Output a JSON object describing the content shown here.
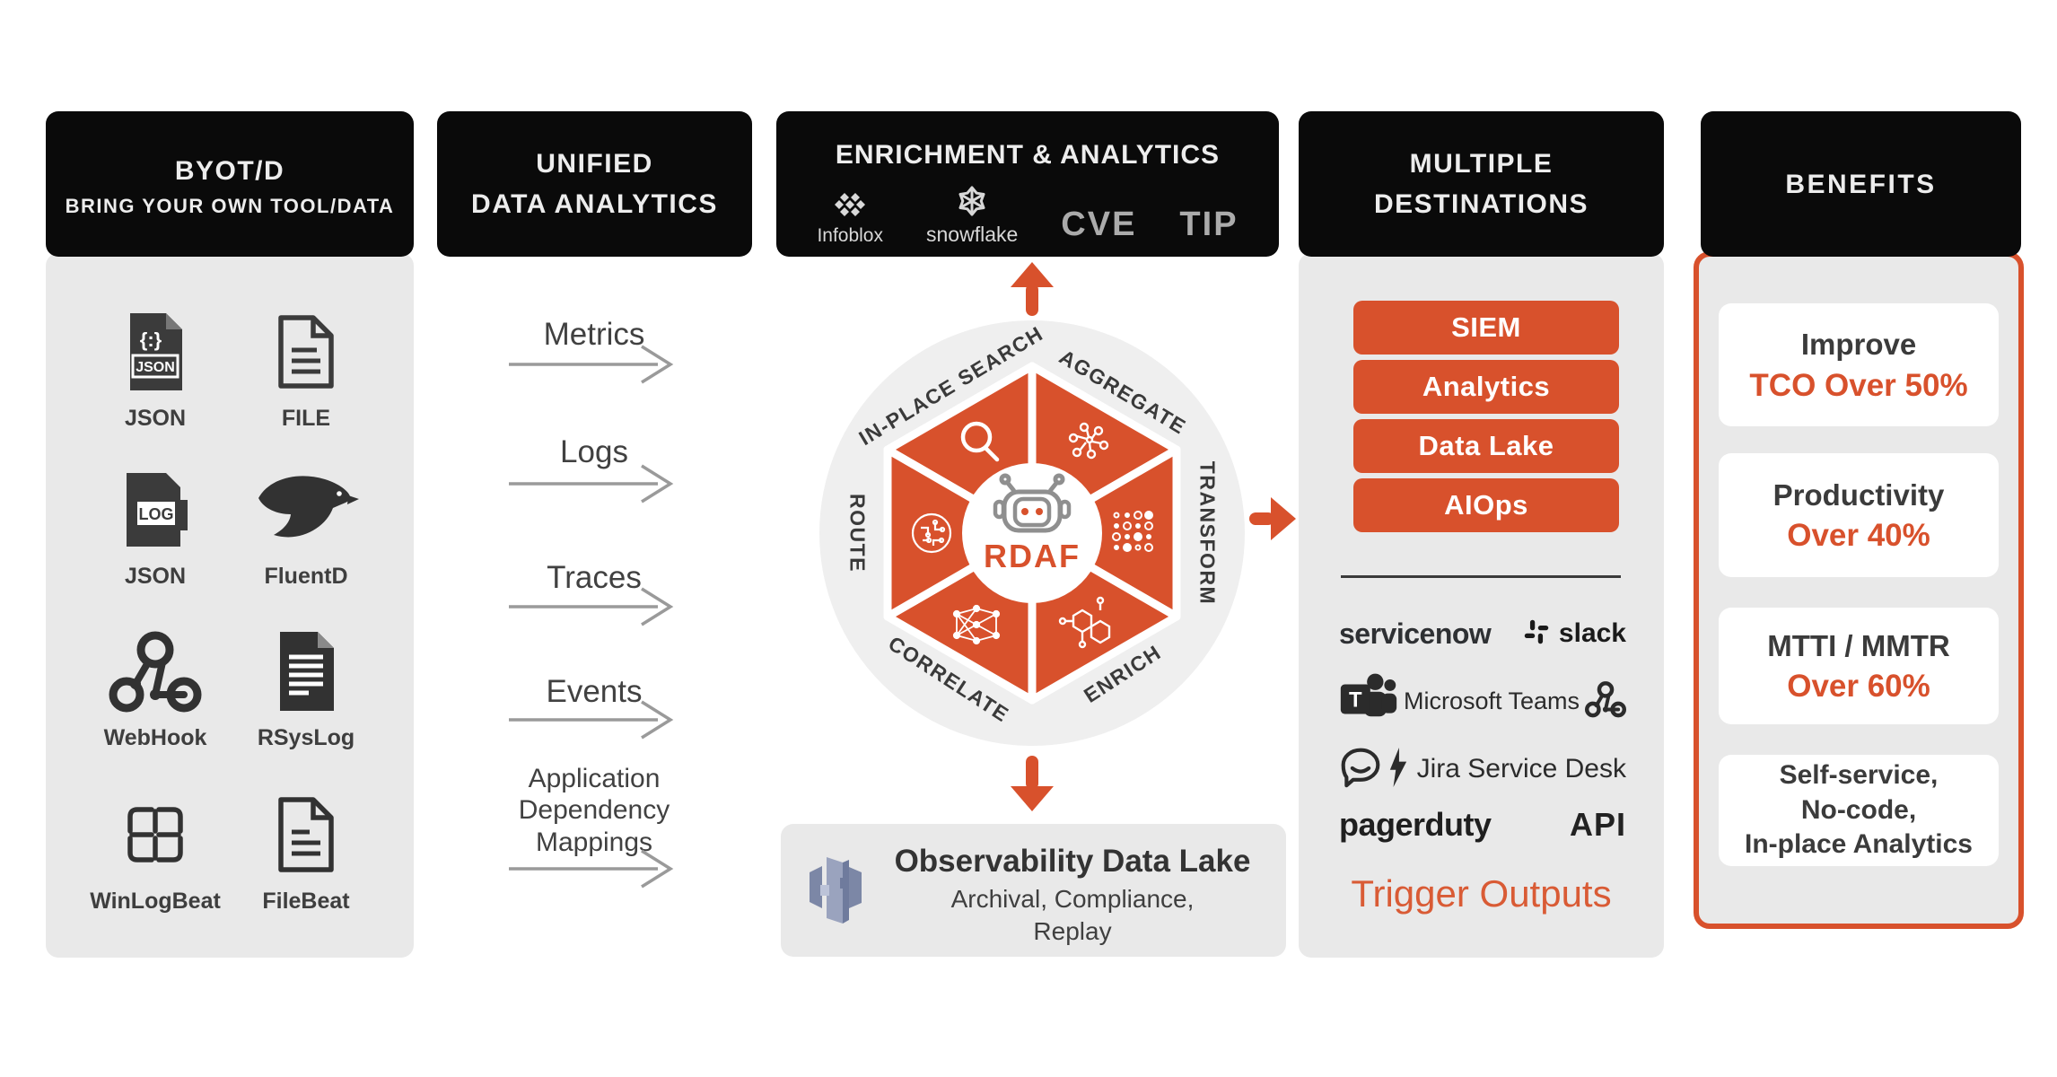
{
  "colors": {
    "accent_orange": "#d8512c",
    "trigger_orange": "#d95b35",
    "header_black": "#0a0a0a",
    "panel_gray": "#e9e9e9",
    "wheel_gray": "#efefef",
    "text_dark": "#3b3b3b",
    "arrow_gray": "#9a9a9a",
    "partner_gray": "#ababab",
    "datalake_icon_blue": "#8d97b5"
  },
  "byotd": {
    "title": "BYOT/D",
    "subtitle": "BRING YOUR OWN TOOL/DATA",
    "icon_text": {
      "braces": "{:}",
      "json_badge": "JSON",
      "log_badge": "LOG"
    },
    "items": [
      {
        "label": "JSON",
        "icon": "json-file-icon"
      },
      {
        "label": "FILE",
        "icon": "file-icon"
      },
      {
        "label": "JSON",
        "icon": "log-file-icon"
      },
      {
        "label": "FluentD",
        "icon": "fluentd-bird-icon"
      },
      {
        "label": "WebHook",
        "icon": "webhook-icon"
      },
      {
        "label": "RSysLog",
        "icon": "rsyslog-doc-icon"
      },
      {
        "label": "WinLogBeat",
        "icon": "winlogbeat-grid-icon"
      },
      {
        "label": "FileBeat",
        "icon": "filebeat-doc-icon"
      }
    ]
  },
  "unified": {
    "title_line1": "UNIFIED",
    "title_line2": "DATA ANALYTICS",
    "flows": [
      {
        "label": "Metrics"
      },
      {
        "label": "Logs"
      },
      {
        "label": "Traces"
      },
      {
        "label": "Events"
      },
      {
        "label": "Application Dependency Mappings"
      }
    ]
  },
  "enrichment": {
    "title": "ENRICHMENT & ANALYTICS",
    "partners": {
      "infoblox": "Infoblox",
      "snowflake": "snowflake",
      "cve": "CVE",
      "tip": "TIP"
    },
    "wheel": {
      "center_label": "RDAF",
      "center_icon": "robot-icon",
      "segments": [
        {
          "label": "IN-PLACE SEARCH",
          "icon": "search-icon"
        },
        {
          "label": "AGGREGATE",
          "icon": "aggregate-icon"
        },
        {
          "label": "TRANSFORM",
          "icon": "transform-icon"
        },
        {
          "label": "ENRICH",
          "icon": "enrich-icon"
        },
        {
          "label": "CORRELATE",
          "icon": "correlate-icon"
        },
        {
          "label": "ROUTE",
          "icon": "route-icon"
        }
      ]
    },
    "datalake": {
      "title": "Observability Data Lake",
      "subtitle_line1": "Archival, Compliance,",
      "subtitle_line2": "Replay",
      "icon": "data-lake-icon"
    }
  },
  "destinations": {
    "title_line1": "MULTIPLE",
    "title_line2": "DESTINATIONS",
    "buttons": [
      "SIEM",
      "Analytics",
      "Data Lake",
      "AIOps"
    ],
    "integrations": {
      "servicenow": "servicenow",
      "slack": "slack",
      "teams": "Microsoft Teams",
      "teams_initial": "T",
      "jira": "Jira Service Desk",
      "pagerduty": "pagerduty",
      "api": "API"
    },
    "footer": "Trigger Outputs"
  },
  "benefits": {
    "title": "BENEFITS",
    "cards": [
      {
        "line1": "Improve",
        "line2": "TCO Over 50%"
      },
      {
        "line1": "Productivity",
        "line2": "Over 40%"
      },
      {
        "line1": "MTTI / MMTR",
        "line2": "Over 60%"
      },
      {
        "line1": "Self-service,",
        "line2b": "No-code,",
        "line3": "In-place Analytics"
      }
    ]
  }
}
